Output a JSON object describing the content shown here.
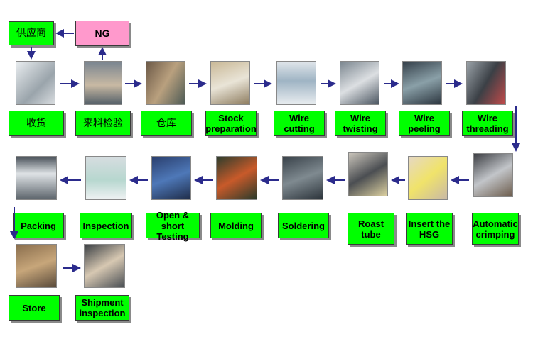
{
  "colors": {
    "step_fill": "#00ff00",
    "ng_fill": "#ff99cc",
    "arrow": "#2b2b8c"
  },
  "top": {
    "supplier": "供应商",
    "ng": "NG"
  },
  "row1": {
    "receiving": "收货",
    "incoming_inspection": "来料检验",
    "warehouse": "仓库",
    "stock_prep": "Stock preparation",
    "wire_cutting": "Wire cutting",
    "wire_twisting": "Wire twisting",
    "wire_peeling": "Wire peeling",
    "wire_threading": "Wire threading"
  },
  "row2": {
    "packing": "Packing",
    "inspection": "Inspection",
    "open_short": "Open & short Testing",
    "molding": "Molding",
    "soldering": "Soldering",
    "roast_tube": "Roast tube",
    "insert_hsg": "Insert the HSG",
    "auto_crimping": "Automatic crimping"
  },
  "row3": {
    "store": "Store",
    "shipment_inspection": "Shipment inspection"
  }
}
